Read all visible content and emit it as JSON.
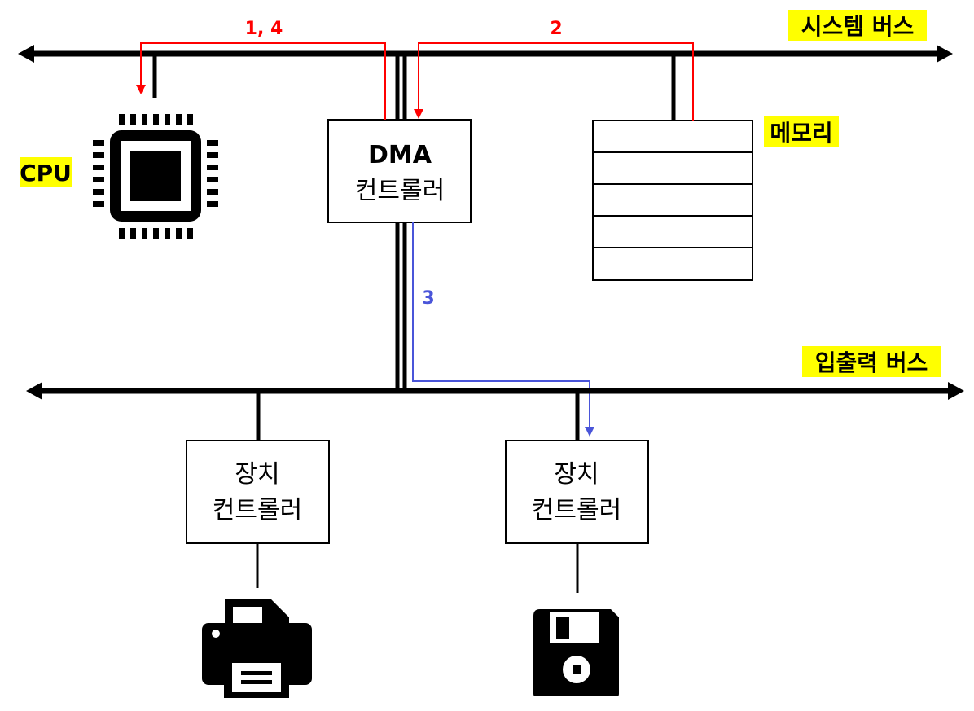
{
  "colors": {
    "bus": "#000000",
    "red_flow": "#ff0000",
    "blue_flow": "#4a55d9",
    "highlight": "#ffff00",
    "line": "#000000"
  },
  "labels": {
    "system_bus": "시스템 버스",
    "io_bus": "입출력 버스",
    "cpu": "CPU",
    "memory": "메모리"
  },
  "dma_controller": {
    "line1": "DMA",
    "line2": "컨트롤러"
  },
  "device_controllers": [
    {
      "line1": "장치",
      "line2": "컨트롤러",
      "device_icon": "printer-icon"
    },
    {
      "line1": "장치",
      "line2": "컨트롤러",
      "device_icon": "floppy-disk-icon"
    }
  ],
  "steps": {
    "dma_to_cpu": "1, 4",
    "memory_to_dma": "2",
    "dma_to_device": "3"
  },
  "icons": {
    "cpu": "cpu-chip-icon",
    "printer": "printer-icon",
    "disk": "floppy-disk-icon"
  }
}
